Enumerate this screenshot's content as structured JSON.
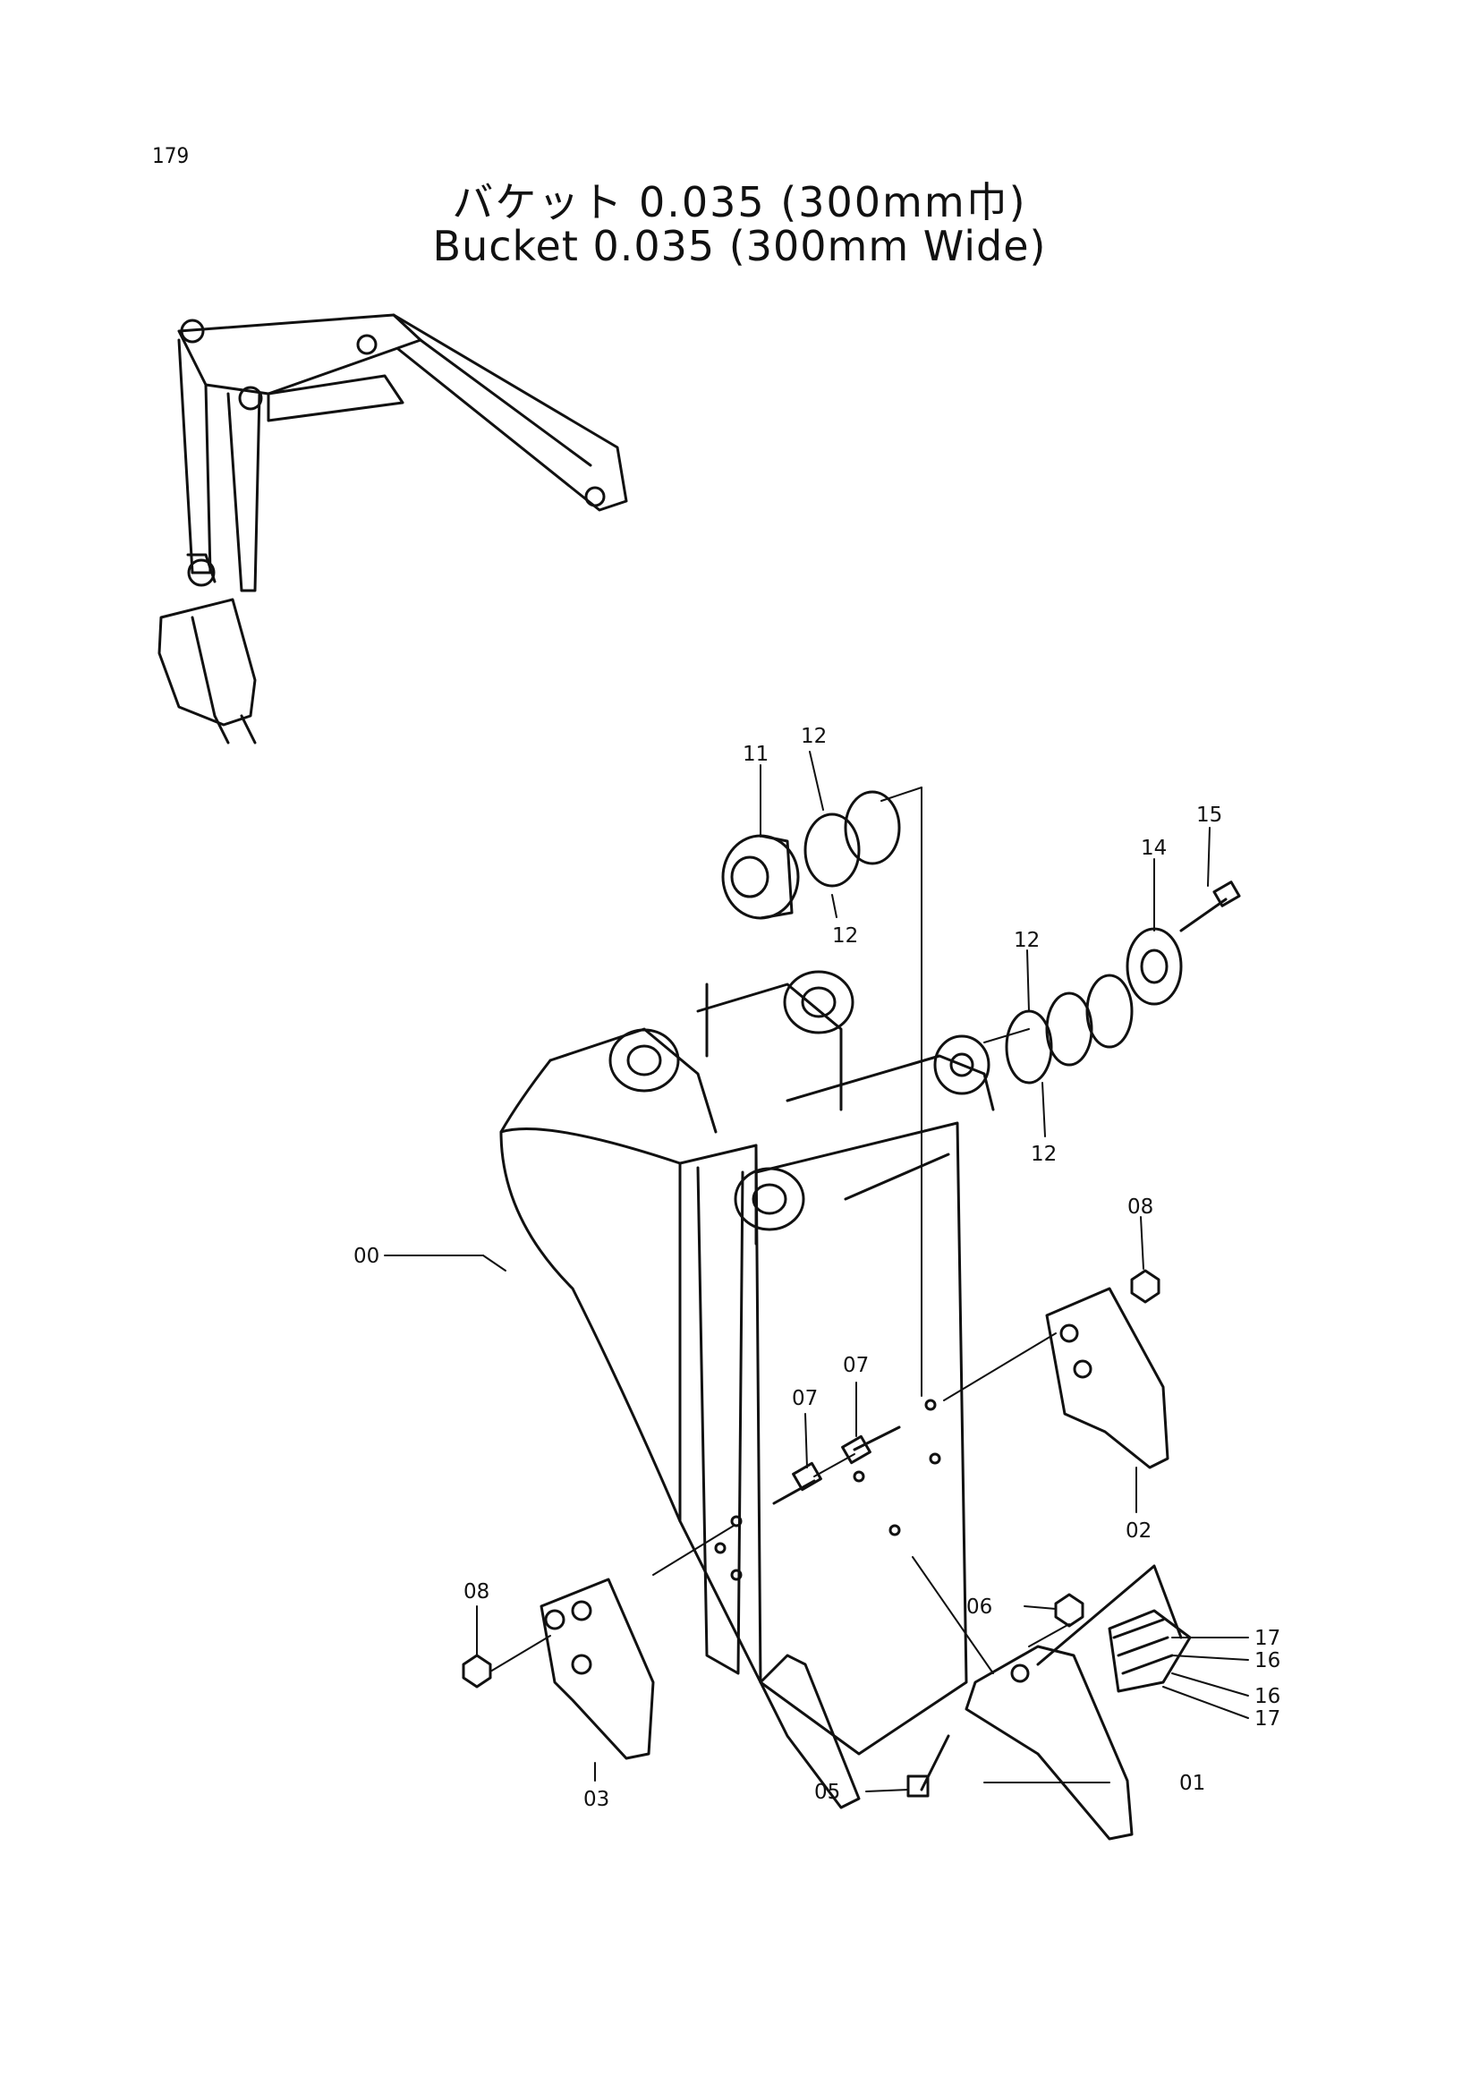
{
  "page_number": "179",
  "title_jp": "バケット 0.035 (300mm巾)",
  "title_en": "Bucket 0.035 (300mm Wide)",
  "callouts": [
    "00",
    "01",
    "02",
    "03",
    "05",
    "06",
    "07",
    "07",
    "08",
    "08",
    "11",
    "12",
    "12",
    "12",
    "12",
    "14",
    "15",
    "16",
    "16",
    "17",
    "17"
  ]
}
